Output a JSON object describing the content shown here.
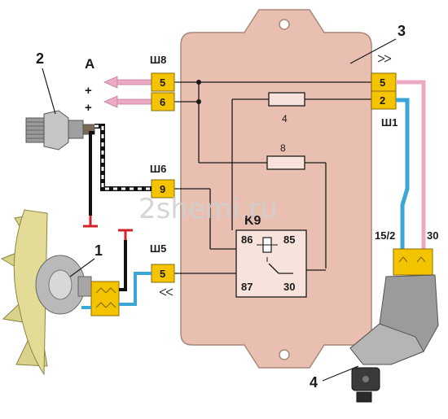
{
  "labels": {
    "callout_1": "1",
    "callout_2": "2",
    "callout_3": "3",
    "callout_4": "4",
    "output_a": "A",
    "plus_1": "+",
    "plus_2": "+"
  },
  "connectors": {
    "sh8": "Ш8",
    "sh6": "Ш6",
    "sh5": "Ш5",
    "sh1": "Ш1"
  },
  "pins": {
    "sh8_top": "5",
    "sh8_bottom": "6",
    "sh6": "9",
    "sh5": "5",
    "sh1_top": "5",
    "sh1_bottom": "2"
  },
  "internal": {
    "fuse_4": "4",
    "fuse_8": "8",
    "relay_name": "K9",
    "relay_86": "86",
    "relay_85": "85",
    "relay_87": "87",
    "relay_30": "30"
  },
  "switch_terminals": {
    "t15_2": "15/2",
    "t30": "30"
  },
  "watermark": "2shemi.ru",
  "colors": {
    "housing": "#e9bfb2",
    "housing_edge": "#a98878",
    "pin_box": "#f5c400",
    "wire_pink": "#eba9c3",
    "wire_blue": "#3aa6d6",
    "wire_black": "#111111",
    "wire_red": "#d2232a",
    "fan_yellow": "#d8d28a"
  }
}
